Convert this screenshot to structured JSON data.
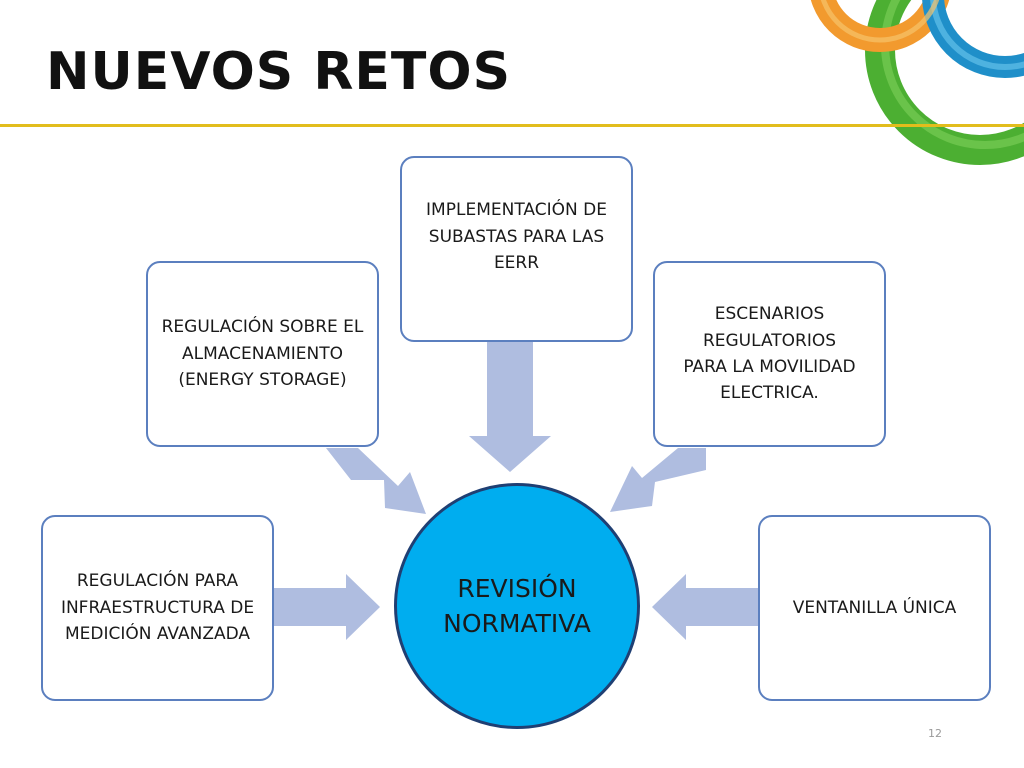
{
  "slide": {
    "title": "NUEVOS RETOS",
    "page_number": "12"
  },
  "diagram": {
    "center": "REVISIÓN NORMATIVA",
    "nodes": {
      "top": "IMPLEMENTACIÓN DE SUBASTAS PARA LAS EERR",
      "upper_left": "REGULACIÓN SOBRE EL ALMACENAMIENTO (ENERGY STORAGE)",
      "upper_right": "ESCENARIOS REGULATORIOS PARA LA MOVILIDAD ELECTRICA.",
      "left": "REGULACIÓN PARA INFRAESTRUCTURA DE MEDICIÓN AVANZADA",
      "right": "VENTANILLA ÚNICA"
    }
  },
  "colors": {
    "title_rule": "#e2bd1c",
    "box_border": "#5b7fbf",
    "arrow_fill": "#afbde0",
    "center_fill": "#00adef"
  }
}
